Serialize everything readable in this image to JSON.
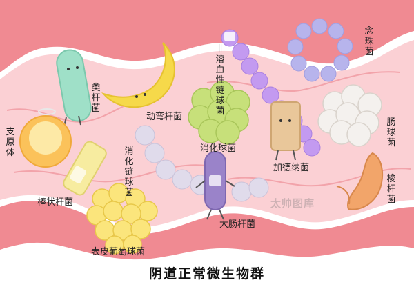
{
  "title": "阴道正常微生物群",
  "watermark": "太帅图库",
  "labels": {
    "nianzhu": "念珠菌",
    "lei": "类杆菌",
    "dongwan": "动弯杆菌",
    "feirongxue": "非溶血性链球菌",
    "zhiyuanti": "支原体",
    "xiaohuaqiu": "消化球菌",
    "xiaohualian": "消化链球菌",
    "jiadena": "加德纳菌",
    "changqiu": "肠球菌",
    "suo": "梭杆菌",
    "bangzhuang": "棒状杆菌",
    "dachang": "大肠杆菌",
    "biaopi": "表皮葡萄球菌"
  },
  "colors": {
    "tissue_outer": "#f08a92",
    "tissue_inner": "#fbd0d4",
    "candida": "#b7b4ec",
    "bacteroides": "#9fe0c8",
    "mobiluncus": "#f6d94a",
    "strep_nonhemo": "#c39af0",
    "mycoplasma": "#fbc25a",
    "peptococcus": "#c7e07a",
    "peptostrep": "#e0dbeb",
    "gardnerella": "#e9c79a",
    "enterococcus": "#f4f1ee",
    "fusobacterium": "#f2a56a",
    "corynebacterium": "#f7eca0",
    "ecoli": "#9a83c9",
    "staph_epi": "#fbe57c"
  }
}
